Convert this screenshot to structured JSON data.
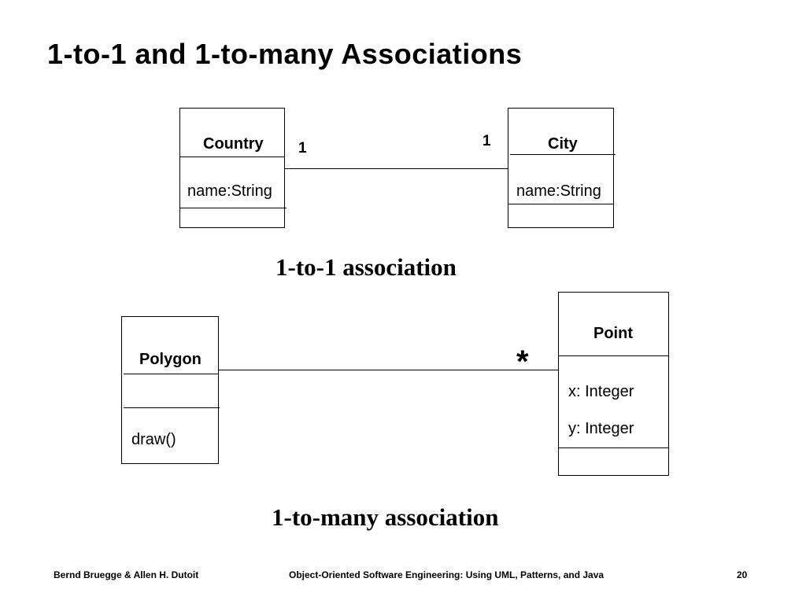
{
  "slide": {
    "title": "1-to-1 and 1-to-many Associations",
    "page_number": "20"
  },
  "diagram_one_to_one": {
    "caption": "1-to-1 association",
    "left_class": {
      "name": "Country",
      "attribute": "name:String"
    },
    "right_class": {
      "name": "City",
      "attribute": "name:String"
    },
    "left_multiplicity": "1",
    "right_multiplicity": "1"
  },
  "diagram_one_to_many": {
    "caption": "1-to-many association",
    "left_class": {
      "name": "Polygon",
      "operation": "draw()"
    },
    "right_class": {
      "name": "Point",
      "attributes": [
        "x: Integer",
        "y: Integer"
      ]
    },
    "right_multiplicity": "*"
  },
  "footer": {
    "authors": "Bernd Bruegge & Allen H. Dutoit",
    "book": "Object-Oriented Software Engineering: Using UML, Patterns, and Java"
  }
}
